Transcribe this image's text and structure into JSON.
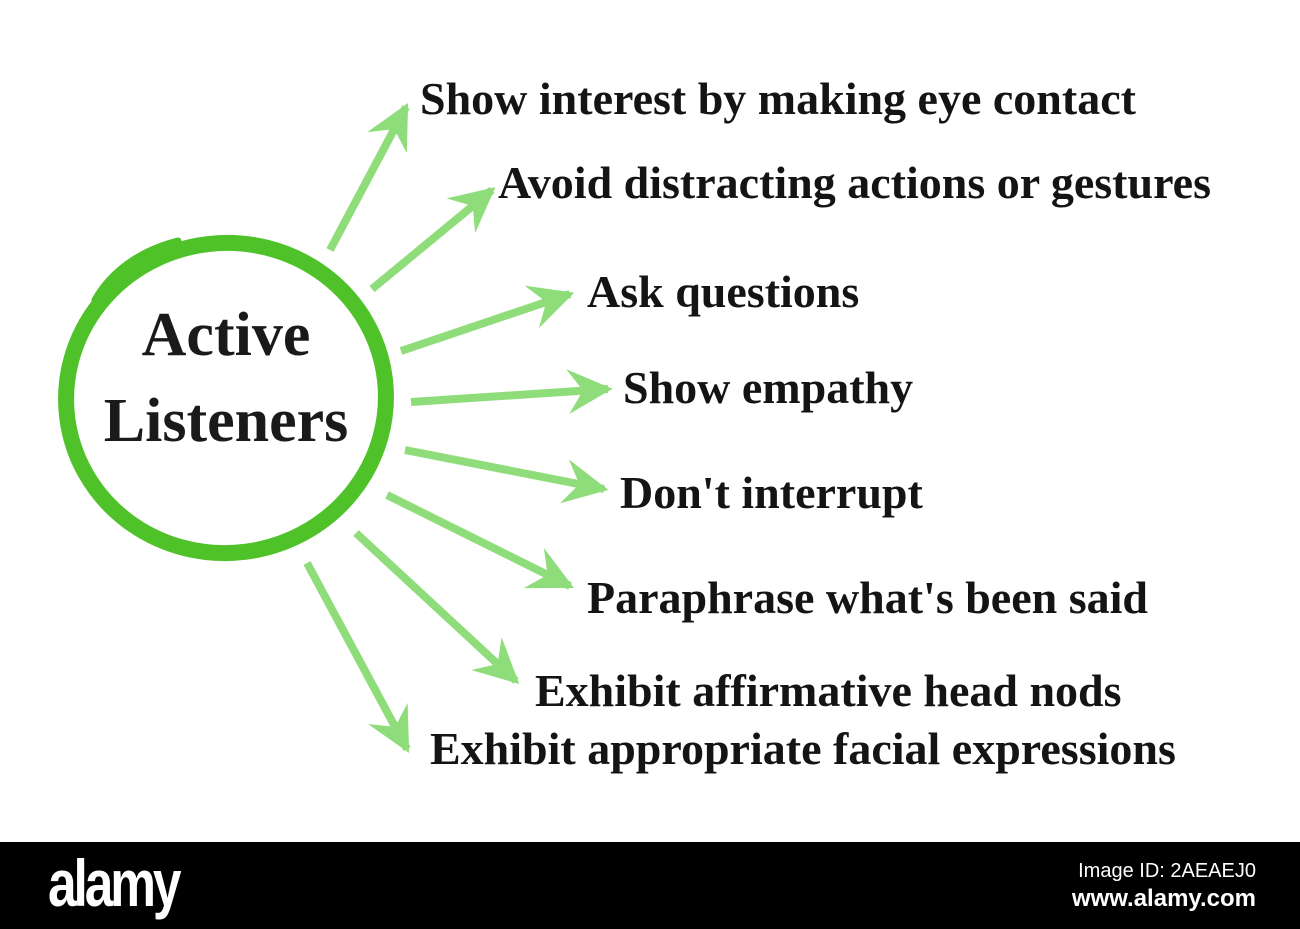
{
  "title": {
    "line1": "Active",
    "line2": "Listeners"
  },
  "items": [
    {
      "label": "Show interest by making eye contact"
    },
    {
      "label": "Avoid distracting actions or gestures"
    },
    {
      "label": "Ask questions"
    },
    {
      "label": "Show empathy"
    },
    {
      "label": "Don't interrupt"
    },
    {
      "label": "Paraphrase what's been said"
    },
    {
      "label": "Exhibit affirmative head nods"
    },
    {
      "label": "Exhibit appropriate facial expressions"
    }
  ],
  "colors": {
    "circle_green": "#4ec228",
    "arrow_green": "#8edd7a",
    "text_black": "#141414",
    "bar_background": "#000000",
    "bar_text": "#ffffff"
  },
  "watermark": {
    "logo": "alamy",
    "image_id": "Image ID: 2AEAEJ0",
    "url": "www.alamy.com"
  }
}
